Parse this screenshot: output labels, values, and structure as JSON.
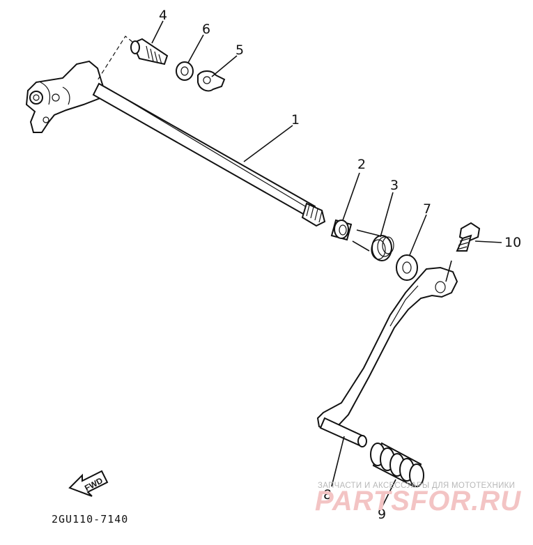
{
  "diagram": {
    "part_numbers": [
      "1",
      "2",
      "3",
      "4",
      "5",
      "6",
      "7",
      "8",
      "9",
      "10"
    ],
    "direction_label": "FWD",
    "diagram_code": "2GU110-7140"
  },
  "watermark": {
    "tagline": "ЗАПЧАСТИ И АКСЕССУАРЫ ДЛЯ МОТОТЕХНИКИ",
    "brand": "PARTSFOR.RU"
  }
}
